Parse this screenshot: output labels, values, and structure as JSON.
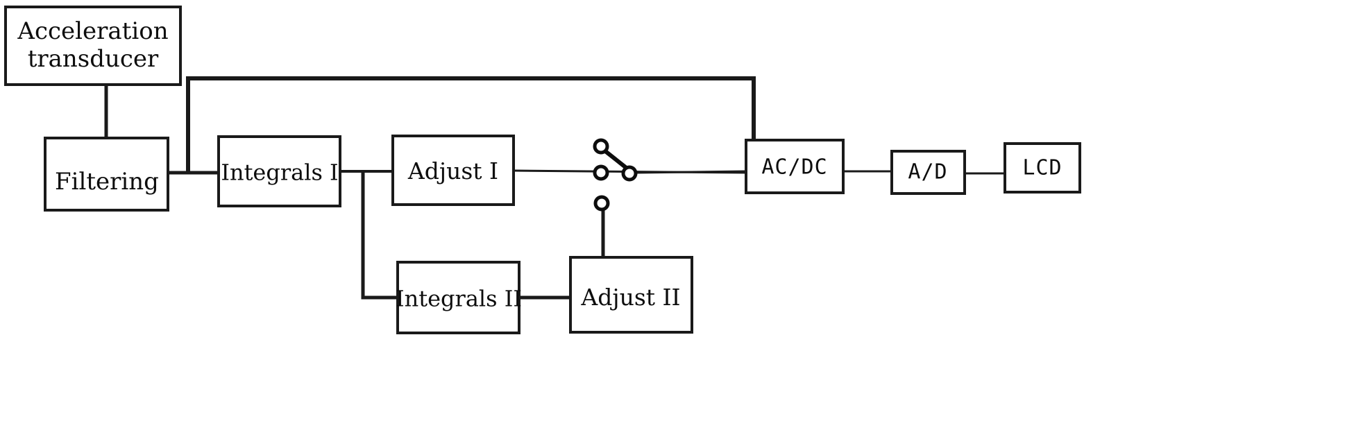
{
  "diagram": {
    "title": "Acceleration measurement signal chain block diagram",
    "background_color": "#ffffff",
    "line_color": "#1a1a1a",
    "text_color": "#0d0d0d",
    "blocks": [
      {
        "id": "acceleration-transducer",
        "label_line1": "Acceleration",
        "label_line2": "transducer"
      },
      {
        "id": "filtering",
        "label": "Filtering"
      },
      {
        "id": "integrals-1",
        "label": "Integrals I"
      },
      {
        "id": "adjust-1",
        "label": "Adjust I"
      },
      {
        "id": "integrals-2",
        "label": "Integrals II"
      },
      {
        "id": "adjust-2",
        "label": "Adjust II"
      },
      {
        "id": "ac-dc",
        "label": "AC/DC"
      },
      {
        "id": "a-d",
        "label": "A/D"
      },
      {
        "id": "lcd",
        "label": "LCD"
      }
    ],
    "switch": {
      "name": "three-way-selector-switch",
      "terminal_count": 4,
      "terminals": [
        "bypass-top-terminal",
        "integrals-1-terminal",
        "common-pole-terminal",
        "adjust-2-bottom-terminal"
      ],
      "blade_position": "common-pole-to-top"
    }
  }
}
